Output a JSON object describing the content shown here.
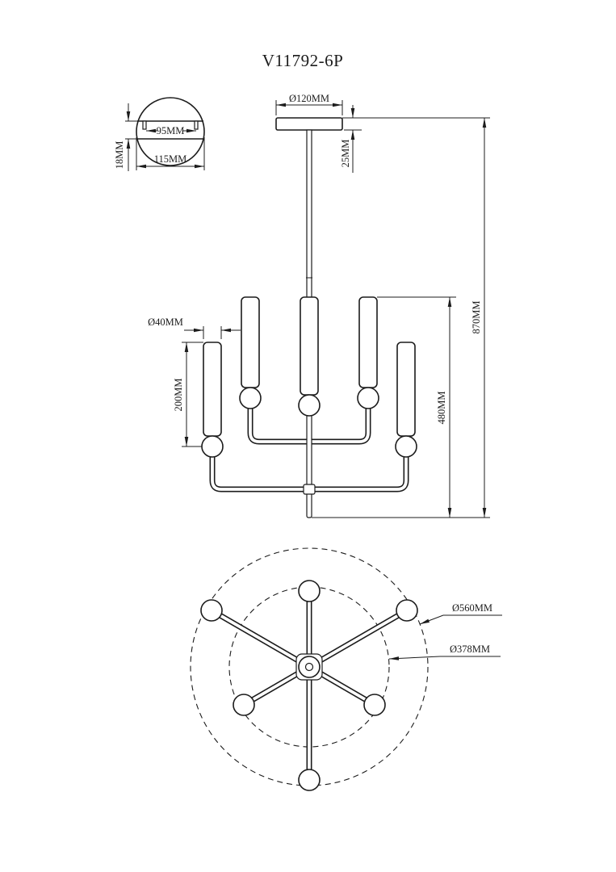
{
  "title": "V11792-6P",
  "colors": {
    "line": "#1c1c1c",
    "background": "#ffffff"
  },
  "views": {
    "mount_detail": {
      "hole_spacing": "95MM",
      "plate_width": "115MM",
      "plate_height": "18MM"
    },
    "front": {
      "canopy_diameter": "Ø120MM",
      "canopy_height": "25MM",
      "overall_height": "870MM",
      "body_height": "480MM",
      "shade_diameter": "Ø40MM",
      "shade_length": "200MM"
    },
    "plan": {
      "outer_diameter": "Ø560MM",
      "inner_diameter": "Ø378MM"
    }
  }
}
